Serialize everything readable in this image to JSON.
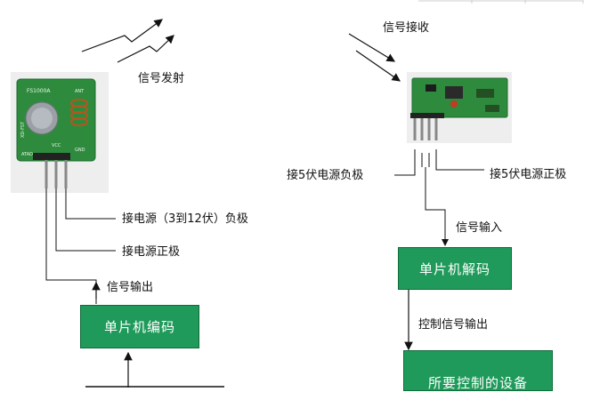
{
  "colors": {
    "box_fill": "#1f9a5a",
    "pcb": "#2e8b3d",
    "pcb_dark": "#1f6a2d",
    "line": "#111111"
  },
  "transmitter": {
    "signal_label": "信号发射",
    "chip_label": "FS1000A",
    "ant_label": "ANT",
    "gnd_label": "GND",
    "vcc_label": "VCC",
    "atad_label": "ATAD",
    "side_label": "XD-FST",
    "pin_label_negative": "接电源（3到12伏）负极",
    "pin_label_positive": "接电源正极",
    "signal_output": "信号输出",
    "encoder_box": "单片机编码"
  },
  "receiver": {
    "signal_label": "信号接收",
    "pin_label_negative": "接5伏电源负极",
    "pin_label_positive": "接5伏电源正极",
    "signal_input": "信号输入",
    "decoder_box": "单片机解码",
    "control_output": "控制信号输出",
    "device_box": "所要控制的设备"
  }
}
